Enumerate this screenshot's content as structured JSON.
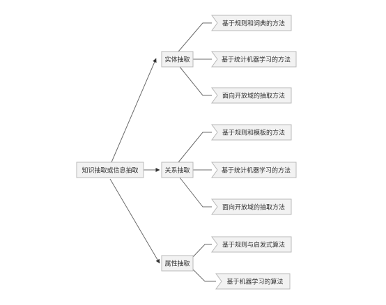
{
  "root": {
    "label": "知识抽取或信息抽取",
    "branches": [
      {
        "label": "实体抽取",
        "leaves": [
          "基于规则和词典的方法",
          "基于统计机器学习的方法",
          "面向开放域的抽取方法"
        ]
      },
      {
        "label": "关系抽取",
        "leaves": [
          "基于规则和模板的方法",
          "基于统计机器学习的方法",
          "面向开放域的抽取方法"
        ]
      },
      {
        "label": "属性抽取",
        "leaves": [
          "基于规则与启发式算法",
          "基于机器学习的算法"
        ]
      }
    ]
  }
}
